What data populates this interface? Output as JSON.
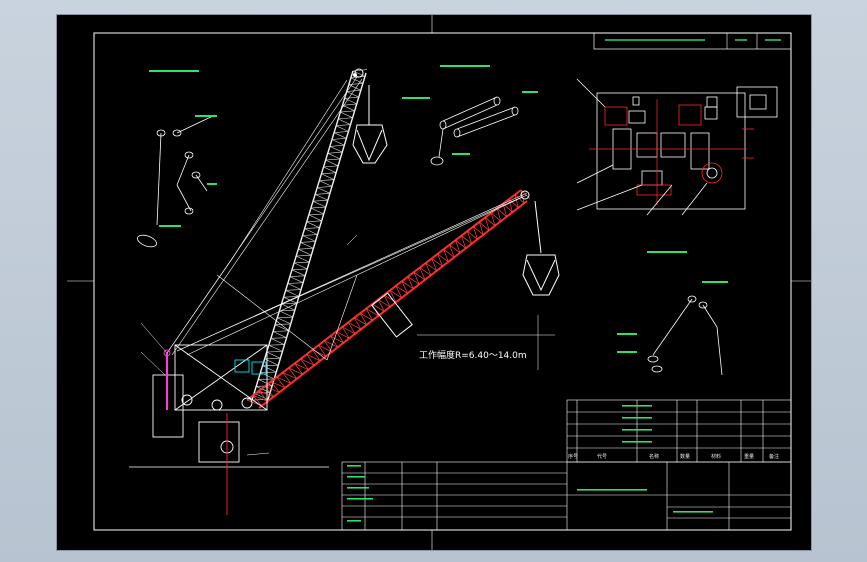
{
  "drawing": {
    "working_range": "工作幅度R=6.40～14.0m",
    "title_block": {
      "col_serial": "序号",
      "col_code": "代号",
      "col_name": "名称",
      "col_qty": "数量",
      "col_material": "材料",
      "col_weight": "重量",
      "col_remark": "备注"
    },
    "colors": {
      "background": "#000000",
      "frame": "#ffffff",
      "boom_lower": "#ff2a2a",
      "annotation": "#2fe06b",
      "pivot": "#ff3bd8",
      "center_line": "#ff2a2a",
      "window_bg": "#c9d3de"
    }
  }
}
